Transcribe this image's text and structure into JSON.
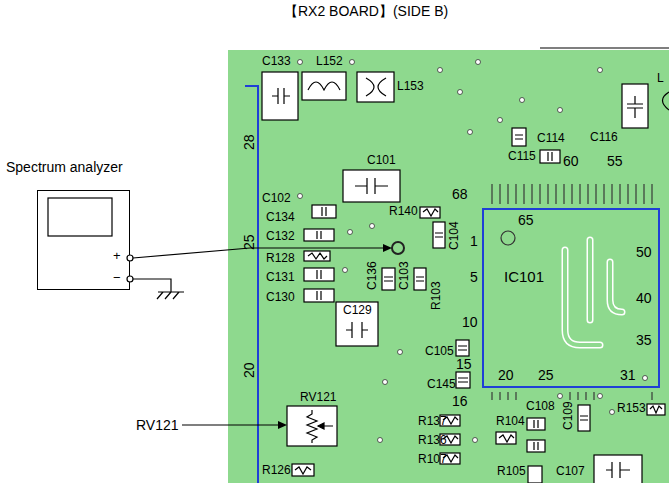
{
  "diagram": {
    "title": "【RX2 BOARD】(SIDE B)",
    "nodes": [
      {
        "text": [
          "Spectrum analyzer"
        ]
      },
      {
        "text": [
          "IC101"
        ]
      }
    ],
    "labels": [
      "+",
      "−",
      "RV121",
      "C133",
      "L152",
      "L153",
      "L",
      "C114",
      "C116",
      "C115",
      "60",
      "55",
      "C101",
      "C102",
      "R140",
      "68",
      "28",
      "C134",
      "C132",
      "R128",
      "C131",
      "C130",
      "25",
      "C129",
      "C136",
      "C103",
      "R103",
      "C104",
      "65",
      "1",
      "5",
      "10",
      "15",
      "50",
      "40",
      "35",
      "C105",
      "C145",
      "20",
      "16",
      "20",
      "25",
      "31",
      "RV121",
      "R137",
      "R136",
      "R107",
      "R104",
      "C108",
      "C109",
      "R153",
      "R126",
      "R105",
      "C107"
    ]
  }
}
